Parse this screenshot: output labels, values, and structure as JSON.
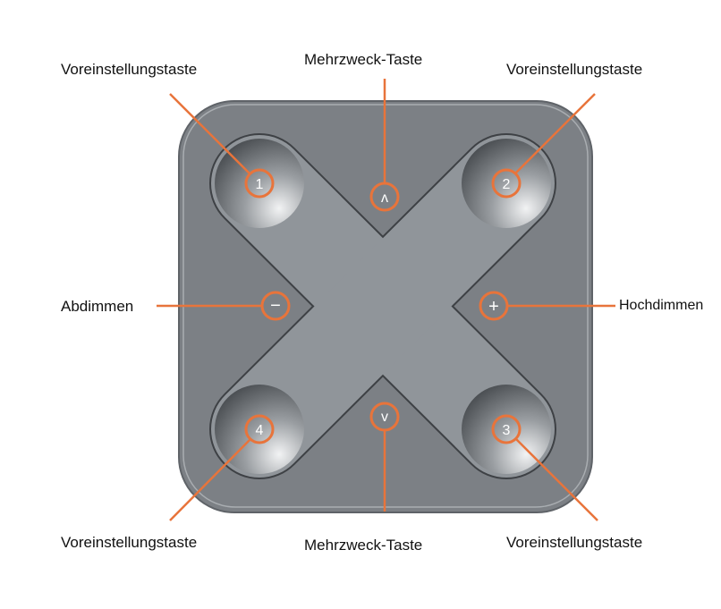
{
  "labels": {
    "preset_top_left": "Voreinstellungstaste",
    "multi_top": "Mehrzweck-Taste",
    "preset_top_right": "Voreinstellungstaste",
    "dim_down": "Abdimmen",
    "dim_up": "Hochdimmen",
    "preset_bottom_left": "Voreinstellungstaste",
    "multi_bottom": "Mehrzweck-Taste",
    "preset_bottom_right": "Voreinstellungstaste"
  },
  "buttons": {
    "b1": "1",
    "b2": "2",
    "b3": "3",
    "b4": "4",
    "up": "ʌ",
    "down": "v",
    "minus": "−",
    "plus": "+"
  },
  "colors": {
    "accent": "#e8743b",
    "device": "#7c8085",
    "cross": "#90959a"
  }
}
